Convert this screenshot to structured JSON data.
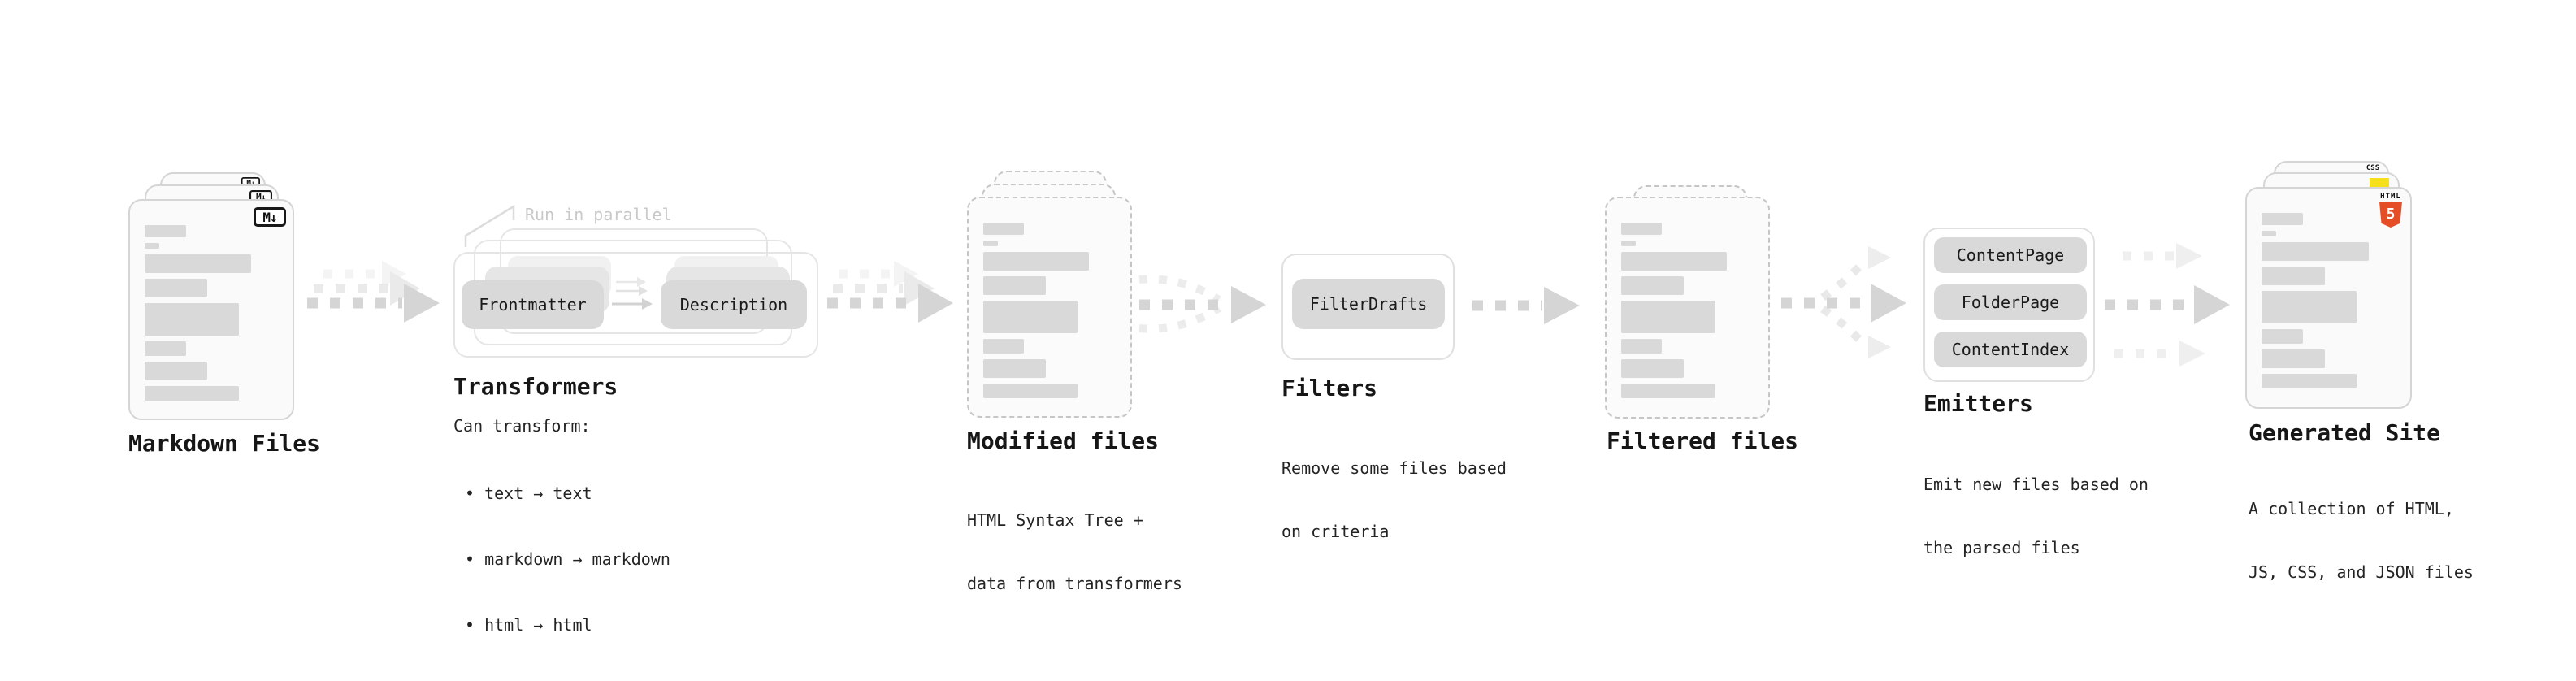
{
  "nodes": {
    "markdown_files": {
      "label": "Markdown Files",
      "badge": "M↓"
    },
    "transformers": {
      "label": "Transformers",
      "annotation": "Run in parallel",
      "input_box": "Frontmatter",
      "output_box": "Description",
      "description_title": "Can transform:",
      "bullets": [
        "• text → text",
        "• markdown → markdown",
        "• html → html"
      ]
    },
    "modified_files": {
      "label": "Modified files",
      "description_lines": [
        "HTML Syntax Tree +",
        "data from transformers"
      ]
    },
    "filters": {
      "label": "Filters",
      "box": "FilterDrafts",
      "description_lines": [
        "Remove some files based",
        "on criteria"
      ]
    },
    "filtered_files": {
      "label": "Filtered files"
    },
    "emitters": {
      "label": "Emitters",
      "boxes": [
        "ContentPage",
        "FolderPage",
        "ContentIndex"
      ],
      "description_lines": [
        "Emit new files based on",
        "the parsed files"
      ]
    },
    "generated_site": {
      "label": "Generated Site",
      "description_lines": [
        "A collection of HTML,",
        "JS, CSS, and JSON files"
      ],
      "badges": {
        "html_label": "HTML",
        "html_number": "5",
        "css_label": "CSS"
      }
    }
  },
  "colors": {
    "box_fill": "#d9d9d9",
    "ghost_box_fill": "#e6e6e6",
    "doc_fill": "#fafafa",
    "doc_border": "#d5d5d5",
    "dashed_border": "#c6c6c6",
    "frame_outline": "#e5e5e5",
    "arrow_dark": "#d5d5d5",
    "arrow_light": "#eaeaea",
    "arrow_faint": "#f4f4f4",
    "text_dark": "#161616",
    "annotation_gray": "#c9c9c9",
    "html5_orange": "#e44d26",
    "js_yellow": "#f7df1e",
    "css_blue": "#2965f1"
  }
}
